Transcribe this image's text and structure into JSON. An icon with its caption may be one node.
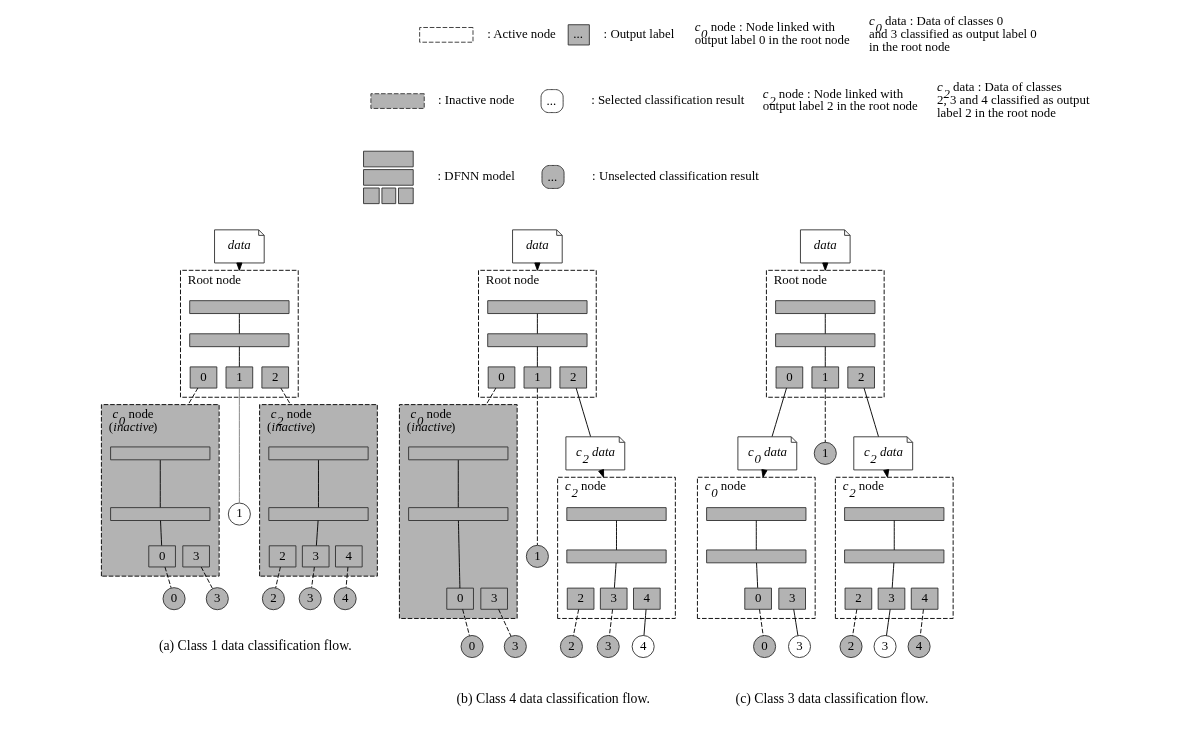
{
  "diagram": {
    "nodes": [
      {
        "text": [
          "data"
        ]
      },
      {
        "text": [
          "Root node"
        ]
      },
      {
        "text": [],
        "shape": "bar",
        "in": 1
      },
      {
        "text": [],
        "shape": "bar",
        "in": 1
      },
      {
        "text": [
          "0"
        ],
        "in": 1
      },
      {
        "text": [
          "1"
        ],
        "in": 1
      },
      {
        "text": [
          "2"
        ],
        "in": 1
      },
      {
        "text": [
          "*c$_{0}$* node",
          "(*inactive*)"
        ]
      },
      {
        "text": [],
        "shape": "bar",
        "in": 7
      },
      {
        "text": [],
        "shape": "bar",
        "in": 7
      },
      {
        "text": [
          "0"
        ],
        "in": 7
      },
      {
        "text": [
          "3"
        ],
        "in": 7
      },
      {
        "text": [
          "*c$_{2}$* node",
          "(*inactive*)"
        ]
      },
      {
        "text": [],
        "shape": "bar",
        "in": 12
      },
      {
        "text": [],
        "shape": "bar",
        "in": 12
      },
      {
        "text": [
          "2"
        ],
        "in": 12
      },
      {
        "text": [
          "3"
        ],
        "in": 12
      },
      {
        "text": [
          "4"
        ],
        "in": 12
      },
      {
        "text": [
          "0"
        ]
      },
      {
        "text": [
          "3"
        ]
      },
      {
        "text": [
          "1"
        ]
      },
      {
        "text": [
          "2"
        ]
      },
      {
        "text": [
          "3"
        ]
      },
      {
        "text": [
          "4"
        ]
      },
      {
        "text": [
          "data"
        ]
      },
      {
        "text": [
          "Root node"
        ]
      },
      {
        "text": [],
        "shape": "bar",
        "in": 25
      },
      {
        "text": [],
        "shape": "bar",
        "in": 25
      },
      {
        "text": [
          "0"
        ],
        "in": 25
      },
      {
        "text": [
          "1"
        ],
        "in": 25
      },
      {
        "text": [
          "2"
        ],
        "in": 25
      },
      {
        "text": [
          "*c$_{0}$* node",
          "(*inactive*)"
        ]
      },
      {
        "text": [],
        "shape": "bar",
        "in": 31
      },
      {
        "text": [],
        "shape": "bar",
        "in": 31
      },
      {
        "text": [
          "0"
        ],
        "in": 31
      },
      {
        "text": [
          "3"
        ],
        "in": 31
      },
      {
        "text": [
          "c$_{2}$ data"
        ]
      },
      {
        "text": [
          "*c$_{2}$* node"
        ]
      },
      {
        "text": [],
        "shape": "bar",
        "in": 37
      },
      {
        "text": [],
        "shape": "bar",
        "in": 37
      },
      {
        "text": [
          "2"
        ],
        "in": 37
      },
      {
        "text": [
          "3"
        ],
        "in": 37
      },
      {
        "text": [
          "4"
        ],
        "in": 37
      },
      {
        "text": [
          "0"
        ]
      },
      {
        "text": [
          "3"
        ]
      },
      {
        "text": [
          "1"
        ]
      },
      {
        "text": [
          "2"
        ]
      },
      {
        "text": [
          "3"
        ]
      },
      {
        "text": [
          "4"
        ]
      },
      {
        "text": [
          "data"
        ]
      },
      {
        "text": [
          "Root node"
        ]
      },
      {
        "text": [],
        "shape": "bar",
        "in": 50
      },
      {
        "text": [],
        "shape": "bar",
        "in": 50
      },
      {
        "text": [
          "0"
        ],
        "in": 50
      },
      {
        "text": [
          "1"
        ],
        "in": 50
      },
      {
        "text": [
          "2"
        ],
        "in": 50
      },
      {
        "text": [
          "c$_{0}$ data"
        ]
      },
      {
        "text": [
          "*c$_{0}$* node"
        ]
      },
      {
        "text": [],
        "shape": "bar",
        "in": 57
      },
      {
        "text": [],
        "shape": "bar",
        "in": 57
      },
      {
        "text": [
          "0"
        ],
        "in": 57
      },
      {
        "text": [
          "3"
        ],
        "in": 57
      },
      {
        "text": [
          "c$_{2}$ data"
        ]
      },
      {
        "text": [
          "*c$_{2}$* node"
        ]
      },
      {
        "text": [],
        "shape": "bar",
        "in": 63
      },
      {
        "text": [],
        "shape": "bar",
        "in": 63
      },
      {
        "text": [
          "2"
        ],
        "in": 63
      },
      {
        "text": [
          "3"
        ],
        "in": 63
      },
      {
        "text": [
          "4"
        ],
        "in": 63
      },
      {
        "text": [
          "0"
        ]
      },
      {
        "text": [
          "3"
        ]
      },
      {
        "text": [
          "1"
        ]
      },
      {
        "text": [
          "2"
        ]
      },
      {
        "text": [
          "3"
        ]
      },
      {
        "text": [
          "4"
        ]
      }
    ],
    "edges": [
      {
        "from": 0,
        "to": 1,
        "arrow": "to"
      },
      {
        "from": 2,
        "to": 3,
        "arrow": "none"
      },
      {
        "from": 3,
        "to": 5,
        "arrow": "none"
      },
      {
        "from": 4,
        "to": 7,
        "arrow": "none",
        "style": "dashed"
      },
      {
        "from": 6,
        "to": 12,
        "arrow": "none",
        "style": "dashed"
      },
      {
        "from": 5,
        "to": 20,
        "arrow": "none",
        "color": "#7f7f7f"
      },
      {
        "from": 8,
        "to": 9,
        "arrow": "none"
      },
      {
        "from": 9,
        "to": 10,
        "arrow": "none"
      },
      {
        "from": 13,
        "to": 14,
        "arrow": "none"
      },
      {
        "from": 14,
        "to": 16,
        "arrow": "none"
      },
      {
        "from": 10,
        "to": 18,
        "arrow": "none",
        "style": "dashed"
      },
      {
        "from": 11,
        "to": 19,
        "arrow": "none",
        "style": "dashed"
      },
      {
        "from": 15,
        "to": 21,
        "arrow": "none",
        "style": "dashed"
      },
      {
        "from": 16,
        "to": 22,
        "arrow": "none",
        "style": "dashed"
      },
      {
        "from": 17,
        "to": 23,
        "arrow": "none",
        "style": "dashed"
      },
      {
        "from": 24,
        "to": 25,
        "arrow": "to"
      },
      {
        "from": 26,
        "to": 27,
        "arrow": "none"
      },
      {
        "from": 27,
        "to": 29,
        "arrow": "none"
      },
      {
        "from": 28,
        "to": 31,
        "arrow": "none",
        "style": "dashed"
      },
      {
        "from": 29,
        "to": 45,
        "arrow": "none",
        "style": "dashed"
      },
      {
        "from": 30,
        "to": 36,
        "arrow": "none"
      },
      {
        "from": 36,
        "to": 37,
        "arrow": "to"
      },
      {
        "from": 32,
        "to": 33,
        "arrow": "none"
      },
      {
        "from": 33,
        "to": 34,
        "arrow": "none"
      },
      {
        "from": 38,
        "to": 39,
        "arrow": "none"
      },
      {
        "from": 39,
        "to": 41,
        "arrow": "none"
      },
      {
        "from": 34,
        "to": 43,
        "arrow": "none",
        "style": "dashed"
      },
      {
        "from": 35,
        "to": 44,
        "arrow": "none",
        "style": "dashed"
      },
      {
        "from": 40,
        "to": 46,
        "arrow": "none",
        "style": "dashed"
      },
      {
        "from": 41,
        "to": 47,
        "arrow": "none",
        "style": "dashed"
      },
      {
        "from": 42,
        "to": 48,
        "arrow": "none"
      },
      {
        "from": 49,
        "to": 50,
        "arrow": "to"
      },
      {
        "from": 51,
        "to": 52,
        "arrow": "none"
      },
      {
        "from": 52,
        "to": 54,
        "arrow": "none"
      },
      {
        "from": 53,
        "to": 56,
        "arrow": "none"
      },
      {
        "from": 56,
        "to": 57,
        "arrow": "to"
      },
      {
        "from": 55,
        "to": 62,
        "arrow": "none"
      },
      {
        "from": 62,
        "to": 63,
        "arrow": "to"
      },
      {
        "from": 54,
        "to": 71,
        "arrow": "none",
        "style": "dashed"
      },
      {
        "from": 58,
        "to": 59,
        "arrow": "none"
      },
      {
        "from": 59,
        "to": 60,
        "arrow": "none"
      },
      {
        "from": 64,
        "to": 65,
        "arrow": "none"
      },
      {
        "from": 65,
        "to": 67,
        "arrow": "none"
      },
      {
        "from": 60,
        "to": 69,
        "arrow": "none",
        "style": "dashed"
      },
      {
        "from": 61,
        "to": 70,
        "arrow": "none"
      },
      {
        "from": 66,
        "to": 72,
        "arrow": "none",
        "style": "dashed"
      },
      {
        "from": 67,
        "to": 73,
        "arrow": "none"
      },
      {
        "from": 68,
        "to": 74,
        "arrow": "none",
        "style": "dashed"
      }
    ],
    "labels": [
      "...",
      "...",
      "...",
      "*c$_{0}$* node : Node linked with output label 0 in the root node",
      "*c$_{0}$* data : Data of classes 0 and 3 classified as output label 0 in the root node",
      "*c$_{2}$* node : Node linked with output label 2 in the root node",
      "*c$_{2}$* data : Data of classes 2, 3 and 4 classified as output label 2 in the root node",
      "(a) Class 1 data classification flow.",
      "(b) Class 4 data classification flow.",
      "(c) Class 3 data classification flow."
    ],
    "legend": [
      {
        "text": ": Active node"
      },
      {
        "text": ": Inactive node"
      },
      {
        "text": ": DFNN model"
      },
      {
        "text": ": Output label",
        "color": "#b3b3b3"
      },
      {
        "text": ": Selected classification result"
      },
      {
        "text": ": Unselected classification result"
      }
    ]
  }
}
